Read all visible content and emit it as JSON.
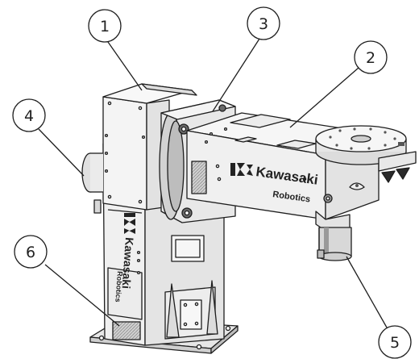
{
  "callouts": [
    {
      "id": "1",
      "label": "1"
    },
    {
      "id": "2",
      "label": "2"
    },
    {
      "id": "3",
      "label": "3"
    },
    {
      "id": "4",
      "label": "4"
    },
    {
      "id": "5",
      "label": "5"
    },
    {
      "id": "6",
      "label": "6"
    }
  ],
  "branding": {
    "arm_name": "Kawasaki",
    "arm_sub": "Robotics",
    "column_name": "Kawasaki",
    "column_sub": "Robotics"
  },
  "colors": {
    "line": "#1e1e1e",
    "body": "#f2f2f2",
    "shade": "#d6d6d6",
    "dark": "#9a9a9a"
  }
}
